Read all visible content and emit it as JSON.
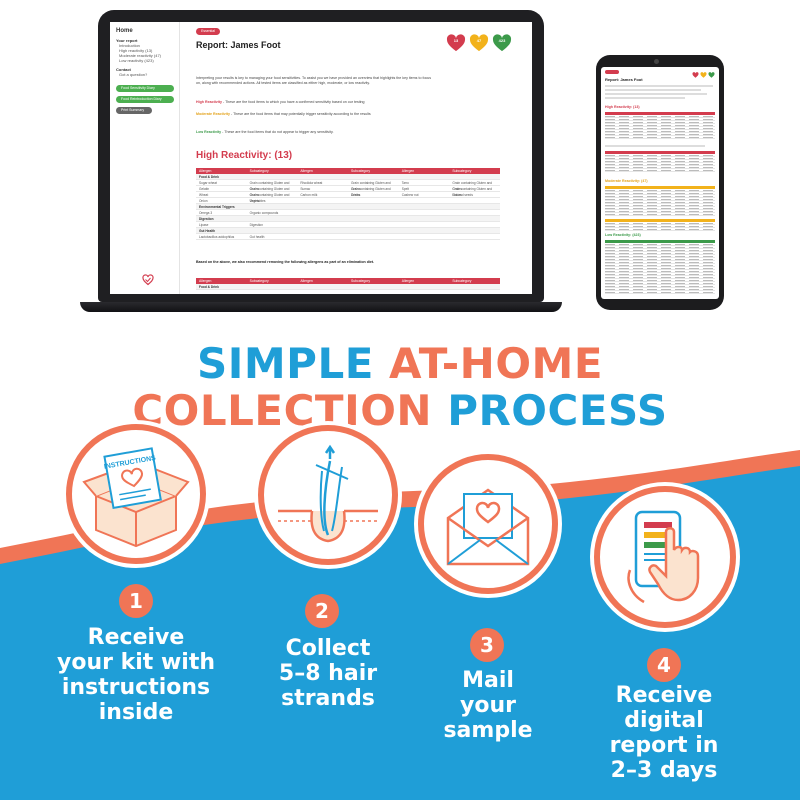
{
  "laptop": {
    "sidebar": {
      "home": "Home",
      "your_report": "Your report",
      "items": [
        "Introduction",
        "High reactivity (13)",
        "Moderate reactivity (47)",
        "Low reactivity (423)"
      ],
      "contact": "Contact",
      "question": "Got a question?",
      "btn_sensitivity": "Food Sensitivity Diary",
      "btn_reintroduction": "Food Reintroduction Diary",
      "btn_print": "Print Summary"
    },
    "main": {
      "badge": "Essential",
      "title": "Report: James Foot",
      "hearts": [
        {
          "value": "13",
          "color": "#d33c4e"
        },
        {
          "value": "47",
          "color": "#f2b21b"
        },
        {
          "value": "423",
          "color": "#3c9a4a"
        }
      ],
      "intro": "Interpreting your results is key to managing your food sensitivities. To assist you we have provided an overview that highlights the key items to focus on, along with recommended actions. All tested items are classified as either high, moderate, or low reactivity.",
      "high_label": "High Reactivity",
      "high_desc": " - These are the food items to which you have a confirmed sensitivity based on our testing",
      "mod_label": "Moderate Reactivity",
      "mod_desc": " - These are the food items that may potentially trigger sensitivity according to the results",
      "low_label": "Low Reactivity",
      "low_desc": " - These are the food items that do not appear to trigger any sensitivity.",
      "section_title": "High Reactivity: (13)",
      "table_headers": [
        "Allergen",
        "Subcategory",
        "Allergen",
        "Subcategory",
        "Allergen",
        "Subcategory"
      ],
      "table_rows": [
        {
          "group": true,
          "cells": [
            "Food & Drink"
          ]
        },
        {
          "group": false,
          "cells": [
            "Sugar wheat",
            "Grain containing Gluten and Grains",
            "Rhodiola wheat",
            "Grain containing Gluten and Grains",
            "Tarro",
            "Grain containing Gluten and Grains"
          ]
        },
        {
          "group": false,
          "cells": [
            "Gelatin",
            "Grain containing Gluten and Grains",
            "Sumac",
            "Grain containing Gluten and Grains",
            "Spelt",
            "Grain containing Gluten and Grains"
          ]
        },
        {
          "group": false,
          "cells": [
            "Wheat",
            "Grain containing Gluten and Grains",
            "Carbon milk",
            "Drinks",
            "Cashew nut",
            "Nut and seeds"
          ]
        },
        {
          "group": false,
          "cells": [
            "Onion",
            "Vegetables"
          ]
        },
        {
          "group": true,
          "cells": [
            "Environmental Triggers"
          ]
        },
        {
          "group": false,
          "cells": [
            "Omega 3",
            "Organic compounds"
          ]
        },
        {
          "group": true,
          "cells": [
            "Digestion"
          ]
        },
        {
          "group": false,
          "cells": [
            "Lipase",
            "Digestion"
          ]
        },
        {
          "group": true,
          "cells": [
            "Gut Health"
          ]
        },
        {
          "group": false,
          "cells": [
            "Lactobacillus acidophilus",
            "Gut health"
          ]
        }
      ],
      "recommendation": "Based on the above, we also recommend removing the following allergens as part of an elimination diet.",
      "table2_headers": [
        "Allergen",
        "Subcategory",
        "Allergen",
        "Subcategory",
        "Allergen",
        "Subcategory"
      ],
      "table2_rows": [
        {
          "group": true,
          "cells": [
            "Food & Drink"
          ]
        }
      ]
    }
  },
  "phone": {
    "title": "Report: James Foot",
    "high": "High Reactivity: (13)",
    "moderate": "Moderate Reactivity: (47)",
    "low": "Low Reactivity: (423)"
  },
  "headline": {
    "line1_a": "SIMPLE",
    "line1_b": "AT-HOME",
    "line2_a": "COLLECTION",
    "line2_b": "PROCESS"
  },
  "steps": [
    {
      "number": "1",
      "lines": [
        "Receive",
        "your kit with",
        "instructions",
        "inside"
      ],
      "icon_label": "INSTRUCTIONS"
    },
    {
      "number": "2",
      "lines": [
        "Collect",
        "5–8 hair",
        "strands"
      ]
    },
    {
      "number": "3",
      "lines": [
        "Mail",
        "your",
        "sample"
      ]
    },
    {
      "number": "4",
      "lines": [
        "Receive",
        "digital",
        "report in",
        "2–3 days"
      ]
    }
  ],
  "colors": {
    "blue": "#1f9ed7",
    "orange": "#f07556",
    "red": "#d33c4e",
    "yellow": "#f2b21b",
    "green": "#3c9a4a"
  }
}
